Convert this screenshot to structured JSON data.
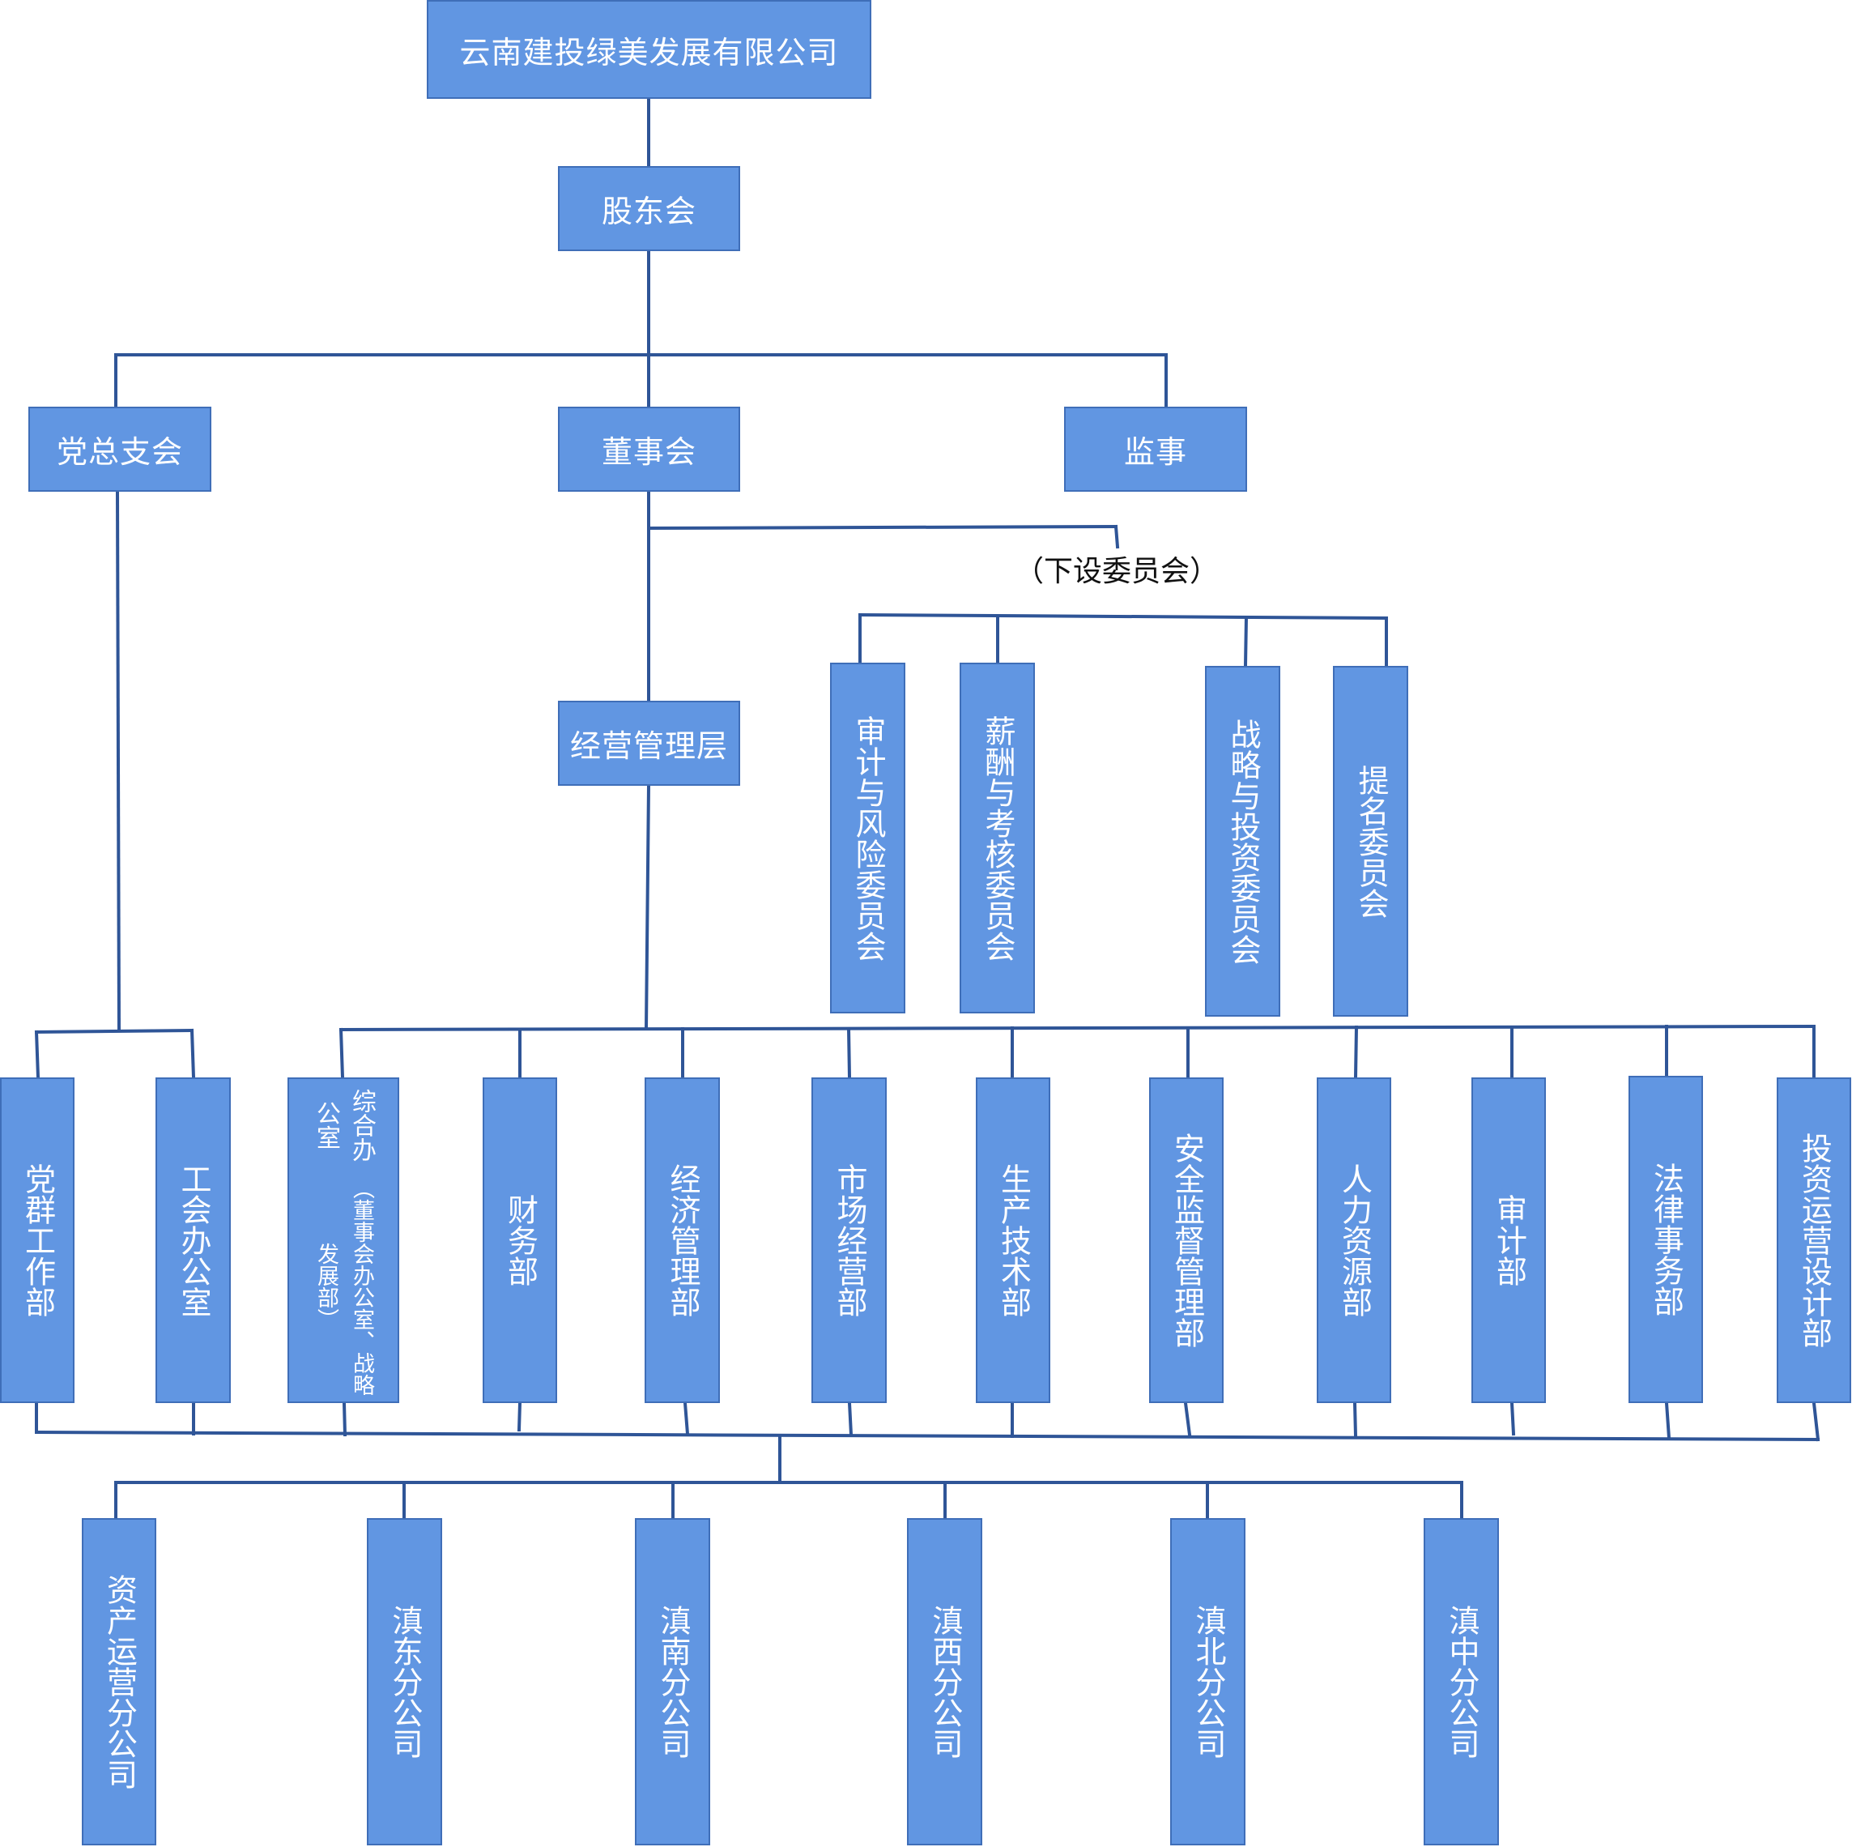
{
  "company": "云南建投绿美发展有限公司",
  "governance": {
    "shareholders": "股东会",
    "party": "党总支会",
    "board": "董事会",
    "supervisor": "监事",
    "committees_note": "（下设委员会）",
    "management": "经营管理层"
  },
  "committees": [
    "审计与风险委员会",
    "薪酬与考核委员会",
    "战略与投资委员会",
    "提名委员会"
  ],
  "party_departments": [
    "党群工作部",
    "工会办公室"
  ],
  "general_office": {
    "main": "综合办公室",
    "sub": "（董事会办公室、战略发展部）"
  },
  "departments": [
    "财务部",
    "经济管理部",
    "市场经营部",
    "生产技术部",
    "安全监督管理部",
    "人力资源部",
    "审计部",
    "法律事务部",
    "投资运营设计部"
  ],
  "branches": [
    "资产运营分公司",
    "滇东分公司",
    "滇南分公司",
    "滇西分公司",
    "滇北分公司",
    "滇中分公司"
  ],
  "colors": {
    "box_fill": "#6196e2",
    "box_border": "#3f6eb8",
    "connector": "#2f5597"
  }
}
